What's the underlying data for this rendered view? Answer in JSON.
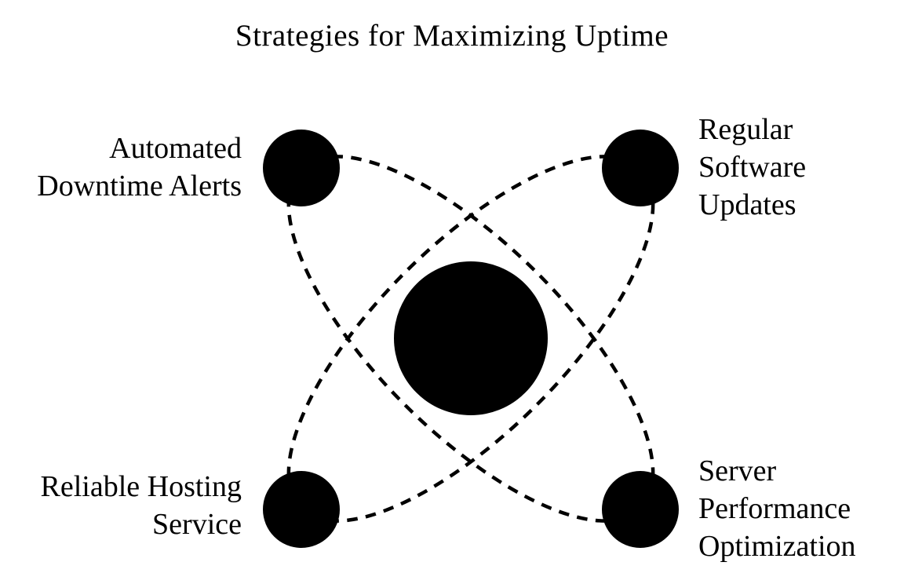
{
  "title": "Strategies for Maximizing Uptime",
  "nodes": [
    {
      "name": "automated-downtime-alerts",
      "position": "top-left",
      "lines": [
        "Automated",
        "Downtime Alerts"
      ]
    },
    {
      "name": "regular-software-updates",
      "position": "top-right",
      "lines": [
        "Regular",
        "Software",
        "Updates"
      ]
    },
    {
      "name": "reliable-hosting-service",
      "position": "bottom-left",
      "lines": [
        "Reliable Hosting",
        "Service"
      ]
    },
    {
      "name": "server-performance-optimization",
      "position": "bottom-right",
      "lines": [
        "Server",
        "Performance",
        "Optimization"
      ]
    }
  ],
  "shapes": {
    "hub": "large-filled-circle",
    "node": "filled-circle",
    "orbit": "dashed-ellipse"
  },
  "colors": {
    "background": "#ffffff",
    "ink": "#000000"
  }
}
